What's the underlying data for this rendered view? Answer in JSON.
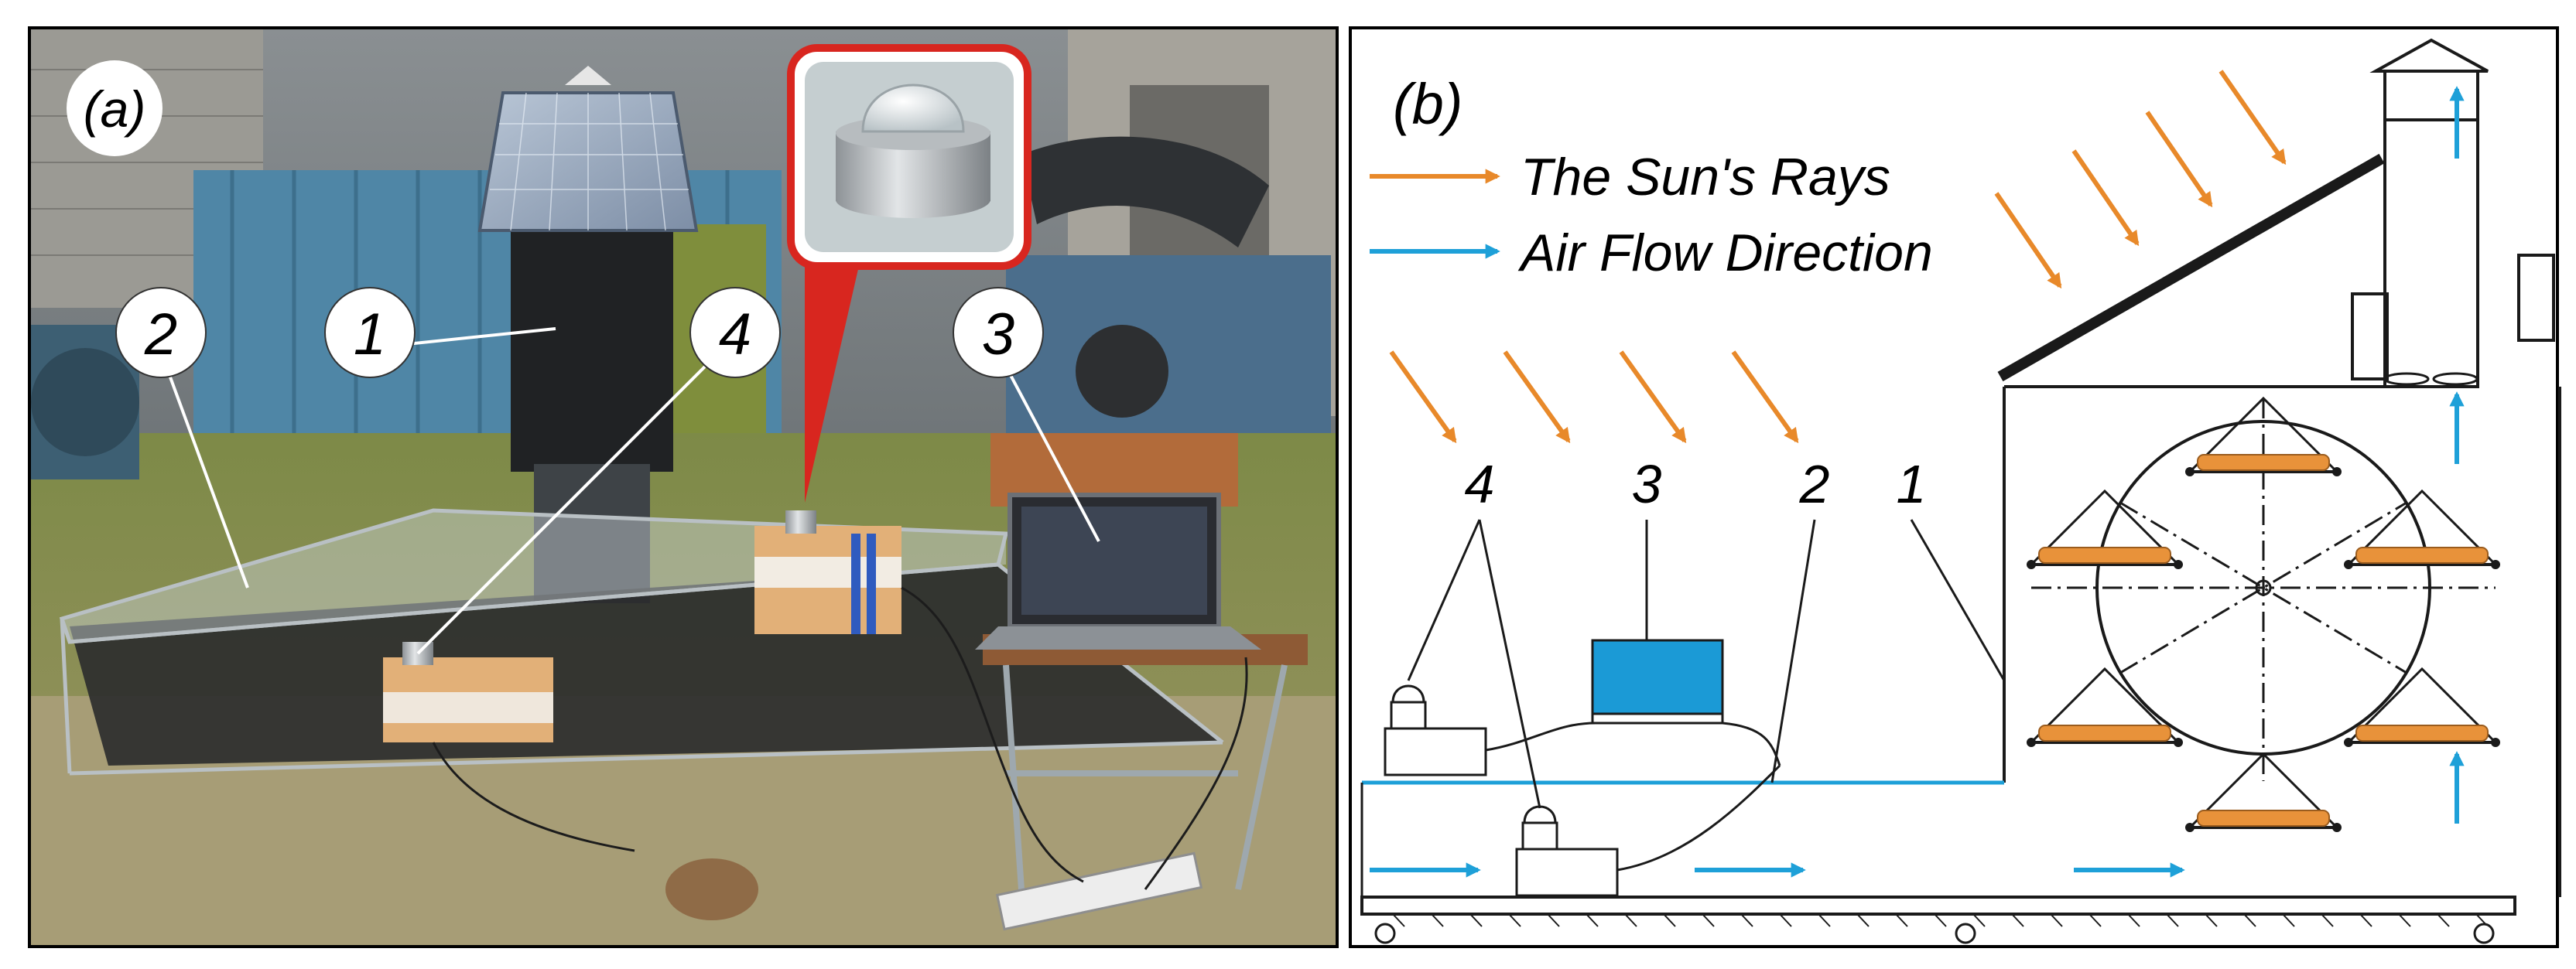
{
  "panel_a": {
    "label": "(a)",
    "markers": [
      "1",
      "2",
      "3",
      "4"
    ]
  },
  "panel_b": {
    "label": "(b)",
    "legend": {
      "sun_rays": "The Sun's Rays",
      "air_flow": "Air Flow Direction"
    },
    "numbers": [
      "1",
      "2",
      "3",
      "4"
    ]
  },
  "colors": {
    "sun_rays": "#e8892a",
    "air_flow": "#1ea0d8",
    "laptop_screen": "#1b9ad6",
    "product": "#e8923a",
    "border": "#000000"
  }
}
